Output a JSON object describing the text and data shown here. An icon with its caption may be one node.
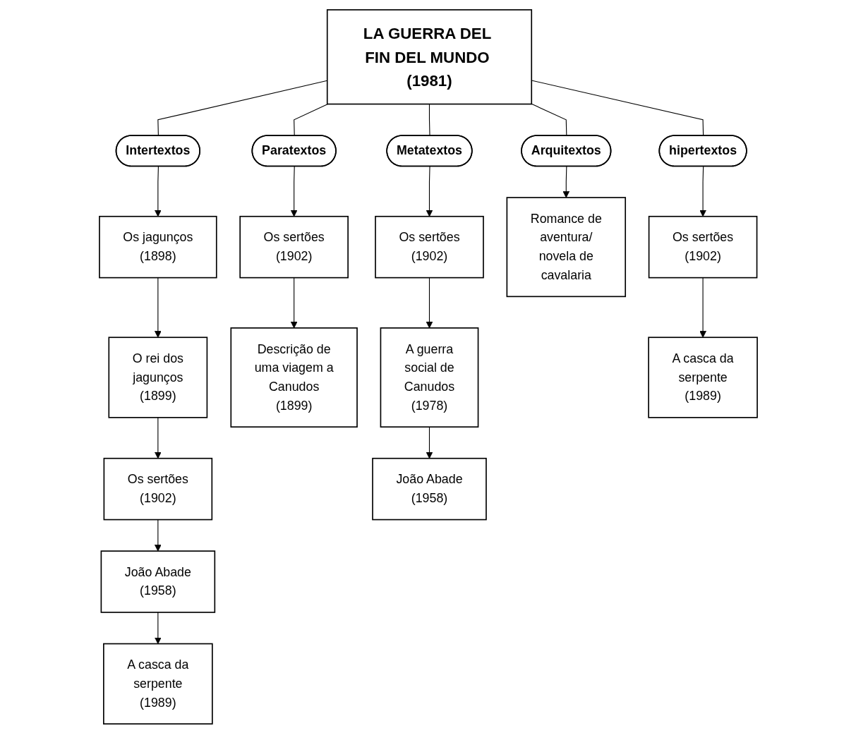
{
  "diagram": {
    "nodes": [
      {
        "text": [
          "LA GUERRA DEL FIN DEL MUNDO (1981)"
        ]
      },
      {
        "text": [
          "Intertextos"
        ]
      },
      {
        "text": [
          "Paratextos"
        ]
      },
      {
        "text": [
          "Metatextos"
        ]
      },
      {
        "text": [
          "Arquitextos"
        ]
      },
      {
        "text": [
          "hipertextos"
        ]
      },
      {
        "text": [
          "Os jagunços (1898)"
        ]
      },
      {
        "text": [
          "O rei dos jagunços (1899)"
        ]
      },
      {
        "text": [
          "Os sertões (1902)"
        ]
      },
      {
        "text": [
          "João Abade (1958)"
        ]
      },
      {
        "text": [
          "A casca da serpente (1989)"
        ]
      },
      {
        "text": [
          "Os sertões (1902)"
        ]
      },
      {
        "text": [
          "Descrição de uma viagem a Canudos (1899)"
        ]
      },
      {
        "text": [
          "Os sertões (1902)"
        ]
      },
      {
        "text": [
          "A guerra social de Canudos (1978)"
        ]
      },
      {
        "text": [
          "João Abade (1958)"
        ]
      },
      {
        "text": [
          "Romance de aventura/ novela de cavalaria"
        ]
      },
      {
        "text": [
          "Os sertões (1902)"
        ]
      },
      {
        "text": [
          "A casca da serpente (1989)"
        ]
      }
    ],
    "edges": [
      {
        "from": 0,
        "to": 1,
        "arrow": "none"
      },
      {
        "from": 0,
        "to": 2,
        "arrow": "none"
      },
      {
        "from": 0,
        "to": 3,
        "arrow": "none"
      },
      {
        "from": 0,
        "to": 4,
        "arrow": "none"
      },
      {
        "from": 0,
        "to": 5,
        "arrow": "none"
      },
      {
        "from": 1,
        "to": 6,
        "arrow": "to"
      },
      {
        "from": 6,
        "to": 7,
        "arrow": "to"
      },
      {
        "from": 7,
        "to": 8,
        "arrow": "to"
      },
      {
        "from": 8,
        "to": 9,
        "arrow": "to"
      },
      {
        "from": 9,
        "to": 10,
        "arrow": "to"
      },
      {
        "from": 2,
        "to": 11,
        "arrow": "to"
      },
      {
        "from": 11,
        "to": 12,
        "arrow": "to"
      },
      {
        "from": 3,
        "to": 13,
        "arrow": "to"
      },
      {
        "from": 13,
        "to": 14,
        "arrow": "to"
      },
      {
        "from": 14,
        "to": 15,
        "arrow": "to"
      },
      {
        "from": 4,
        "to": 16,
        "arrow": "to"
      },
      {
        "from": 5,
        "to": 17,
        "arrow": "to"
      },
      {
        "from": 17,
        "to": 18,
        "arrow": "to"
      }
    ]
  }
}
